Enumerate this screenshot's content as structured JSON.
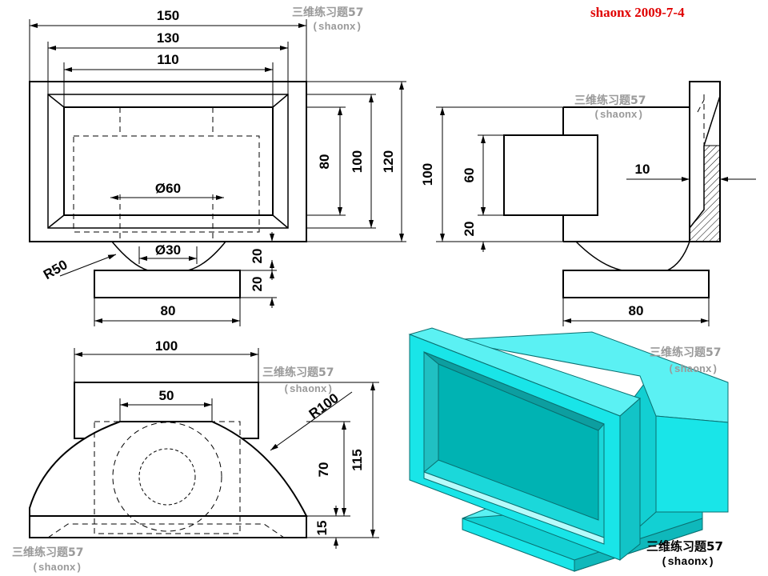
{
  "signature": "shaonx 2009-7-4",
  "watermark": {
    "cn": "三维练习题57",
    "en": "(shaonx)"
  },
  "front_view": {
    "width_150": "150",
    "width_130": "130",
    "width_110": "110",
    "height_80": "80",
    "height_100": "100",
    "height_120": "120",
    "neck_dia_60": "Ø60",
    "neck_dia_30": "Ø30",
    "radius_50": "R50",
    "neck_20": "20",
    "base_20": "20",
    "base_width_80": "80"
  },
  "side_view": {
    "height_100": "100",
    "height_60": "60",
    "offset_20": "20",
    "wall_10": "10",
    "base_width_80": "80"
  },
  "top_view": {
    "width_100": "100",
    "width_50": "50",
    "radius_100": "R100",
    "depth_70": "70",
    "depth_115": "115",
    "base_15": "15"
  },
  "iso_view": {
    "caption_cn": "三维练习题57",
    "caption_en": "(shaonx)"
  },
  "colors": {
    "cyan_front": "#19e5e8",
    "cyan_top": "#5bf1f3",
    "teal_inner": "#00b3b3",
    "signature_red": "#e00000",
    "hatch": "#000000"
  }
}
